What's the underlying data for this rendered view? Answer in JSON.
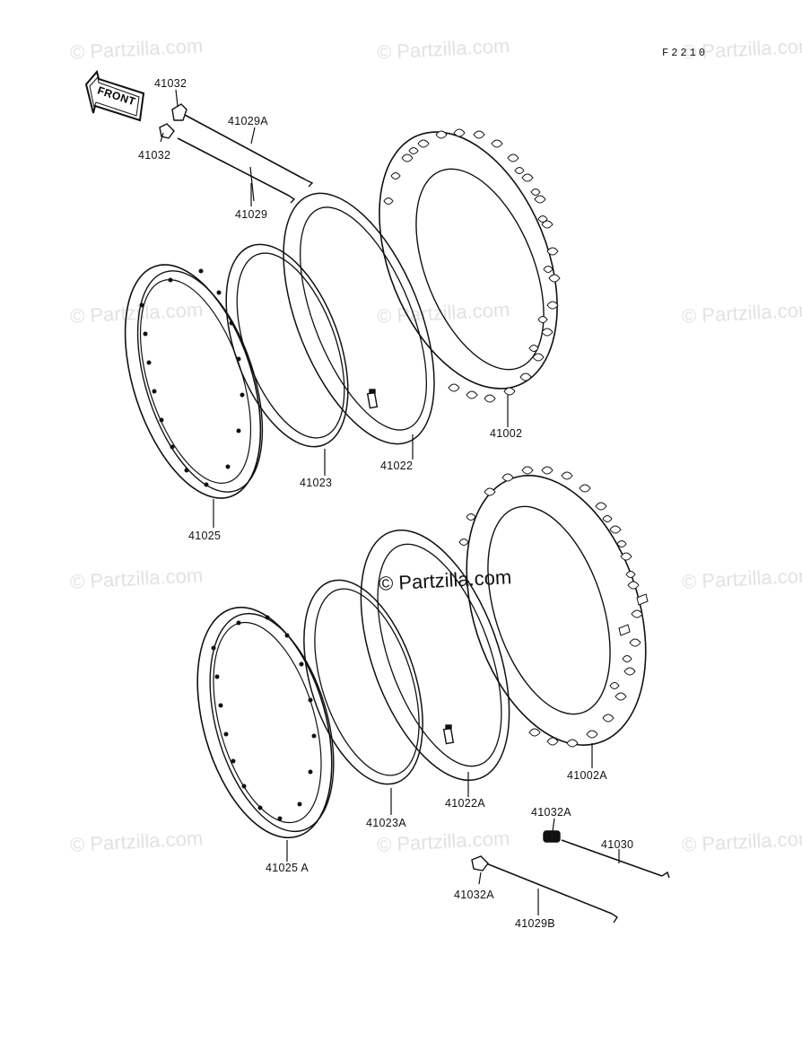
{
  "figure_code": "F2210",
  "front_label": "FRONT",
  "watermark": "© Partzilla.com",
  "parts": {
    "p41032_a": "41032",
    "p41032_b": "41032",
    "p41029A": "41029A",
    "p41029": "41029",
    "p41002": "41002",
    "p41022": "41022",
    "p41023": "41023",
    "p41025": "41025",
    "p41002A": "41002A",
    "p41022A": "41022A",
    "p41023A": "41023A",
    "p41025A": "41025 A",
    "p41032A_a": "41032A",
    "p41030": "41030",
    "p41032A_b": "41032A",
    "p41029B": "41029B"
  }
}
